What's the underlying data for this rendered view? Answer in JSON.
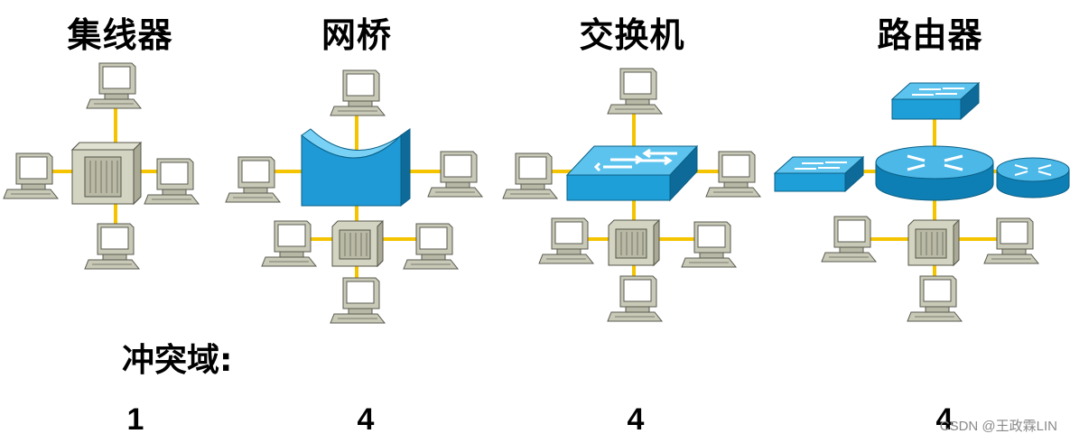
{
  "columns": [
    {
      "title": "集线器",
      "count": "1"
    },
    {
      "title": "网桥",
      "count": "4"
    },
    {
      "title": "交换机",
      "count": "4"
    },
    {
      "title": "路由器",
      "count": "4"
    }
  ],
  "collision_domain_label": "冲突域:",
  "watermark": "CSDN @王政霖LIN",
  "colors": {
    "cable": "#f5c400",
    "hub_body": "#c7c7b3",
    "device_blue": "#1e9fd8",
    "device_blue_dark": "#0d6f9c"
  }
}
